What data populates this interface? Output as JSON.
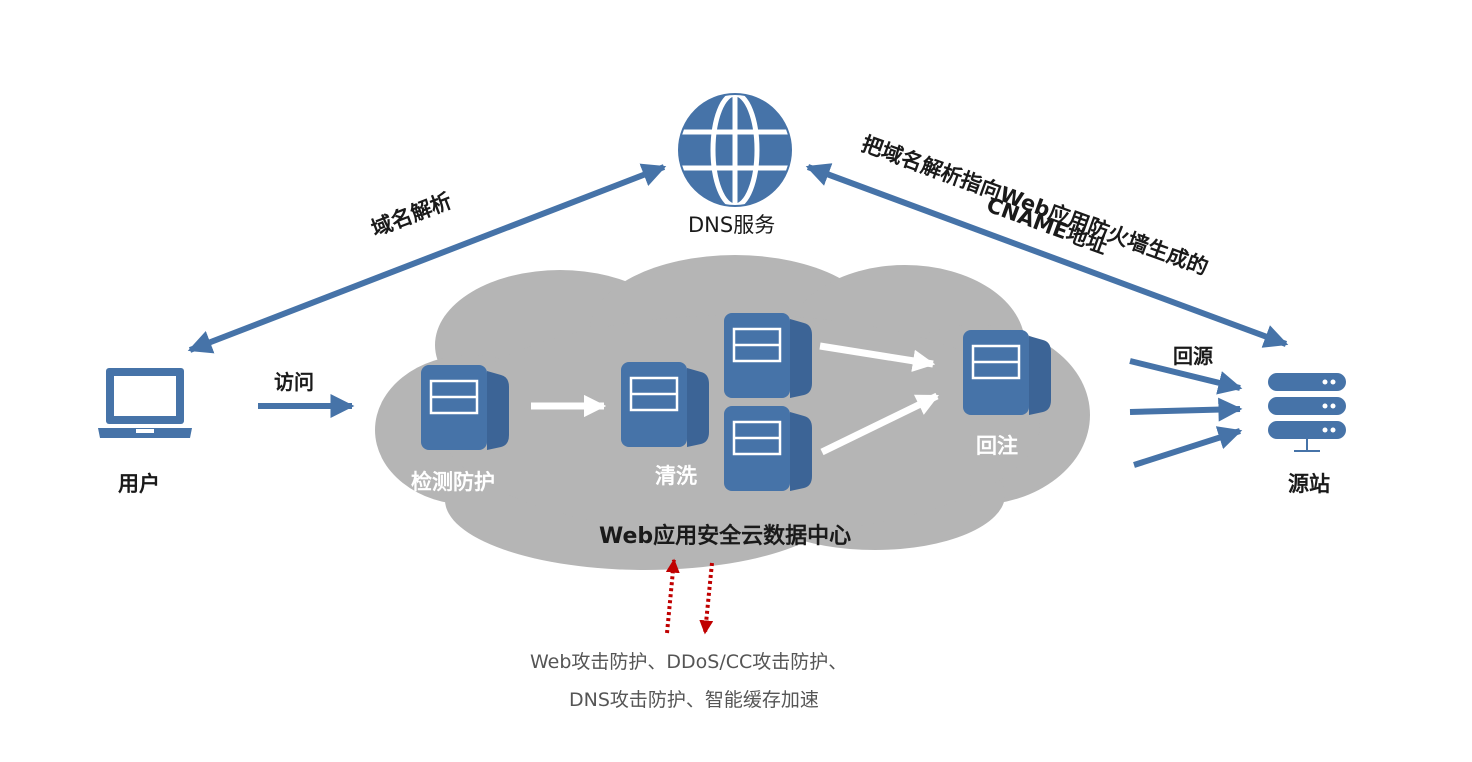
{
  "colors": {
    "accent": "#4673a8",
    "cloud": "#b5b5b5",
    "danger_arrow": "#c00000",
    "white": "#ffffff"
  },
  "nodes": {
    "dns": {
      "label": "DNS服务",
      "icon": "globe-icon"
    },
    "user": {
      "label": "用户",
      "icon": "laptop-icon"
    },
    "origin": {
      "label": "源站",
      "icon": "server-stack-icon"
    }
  },
  "edges": {
    "domain_resolve": "域名解析",
    "cname_line1": "把域名解析指向Web应用防火墙生成的",
    "cname_line2": "CNAME地址",
    "visit": "访问",
    "back_to_origin": "回源"
  },
  "cloud": {
    "title": "Web应用安全云数据中心",
    "stages": {
      "detect": "检测防护",
      "clean": "清洗",
      "reinject": "回注"
    }
  },
  "features": {
    "line1": "Web攻击防护、DDoS/CC攻击防护、",
    "line2": "DNS攻击防护、智能缓存加速"
  }
}
